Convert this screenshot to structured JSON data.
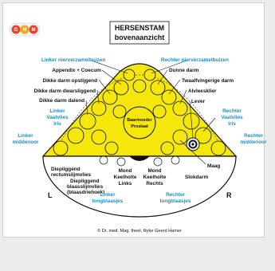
{
  "logo": {
    "letters": [
      "G",
      "N",
      "M"
    ],
    "colors": [
      "#e8442b",
      "#f2a81d",
      "#e8442b"
    ]
  },
  "title": {
    "line1": "HERSENSTAM",
    "line2": "bovenaanzicht"
  },
  "labels": {
    "left_nerve": "Linker nierverzamelbuizen",
    "right_nerve": "Rechter nierverzamelbuizen",
    "appendix": "Appendix + Coecum",
    "ascending": "Dikke darm opstijgend",
    "transverse": "Dikke darm dwarsliggend",
    "descending": "Dikke darm dalend",
    "left_iris": [
      "Linker",
      "Vaatvlies",
      "Iris"
    ],
    "left_middle_ear": [
      "Linker",
      "middenoor"
    ],
    "small_int": "Dunne darm",
    "duodenum": "Twaalfvingerige darm",
    "pancreas": "Alvleesklier",
    "liver": "Lever",
    "right_iris": [
      "Rechter",
      "Vaatvlies",
      "Iris"
    ],
    "right_middle_ear": [
      "Rechter",
      "middenoor"
    ],
    "prostate": [
      "Baarmoeder",
      "Prostaat"
    ],
    "rectum": [
      "Diepliggend",
      "rectumslijmvlies"
    ],
    "bladder": [
      "Diepliggend",
      "blaasslijmvlies",
      "(blaasdriehoek)"
    ],
    "mouth_left": [
      "Mond",
      "Keelholte",
      "Links"
    ],
    "mouth_right": [
      "Mond",
      "Keelholte",
      "Rechts"
    ],
    "left_alveoli": [
      "Linker",
      "longblaasjes"
    ],
    "right_alveoli": [
      "Rechter",
      "longblaasjes"
    ],
    "stomach": "Maag",
    "esophagus": "Slokdarm",
    "side_left": "L",
    "side_right": "R"
  },
  "copyright": "© Dr. med. Mag. theol. Ryke Geerd Hamer",
  "colors": {
    "brainstem": "#f5e60c",
    "blue_text": "#1a8fc9",
    "outline": "#111111"
  }
}
